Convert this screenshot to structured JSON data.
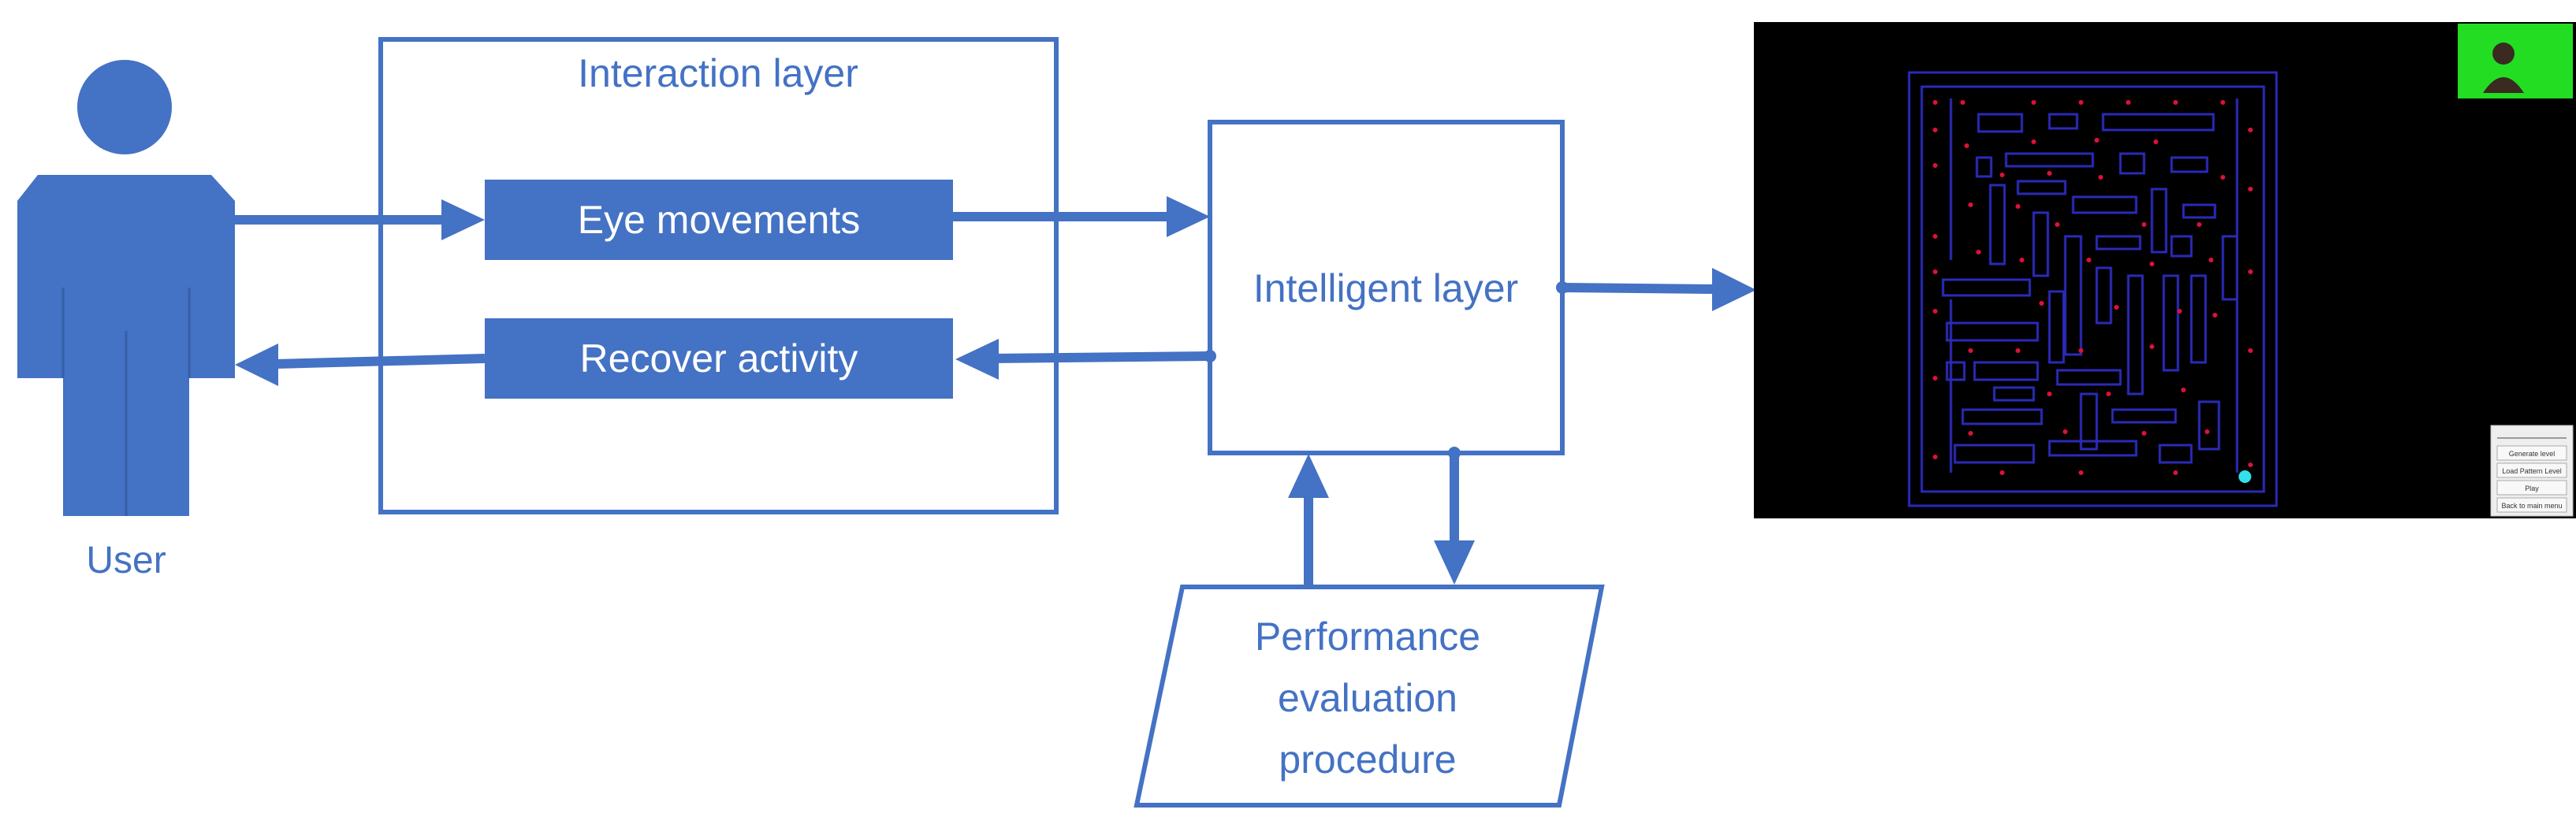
{
  "labels": {
    "user": "User",
    "interaction_layer": "Interaction layer",
    "eye_movements": "Eye movements",
    "recover_activity": "Recover activity",
    "intelligent_layer": "Intelligent layer",
    "performance_line1": "Performance",
    "performance_line2": "evaluation",
    "performance_line3": "procedure"
  },
  "game_panel": {
    "buttons": [
      "Generate level",
      "Load Pattern Level",
      "Play",
      "Back to main menu"
    ]
  },
  "colors": {
    "primary": "#4472C4",
    "text": "#4472C4",
    "box_text": "#FFFFFF",
    "game_bg": "#000000",
    "maze_walls": "#2A2AB8",
    "pellets": "#E0103A",
    "player": "#33E0E8",
    "avatar_bg": "#22DD22"
  }
}
